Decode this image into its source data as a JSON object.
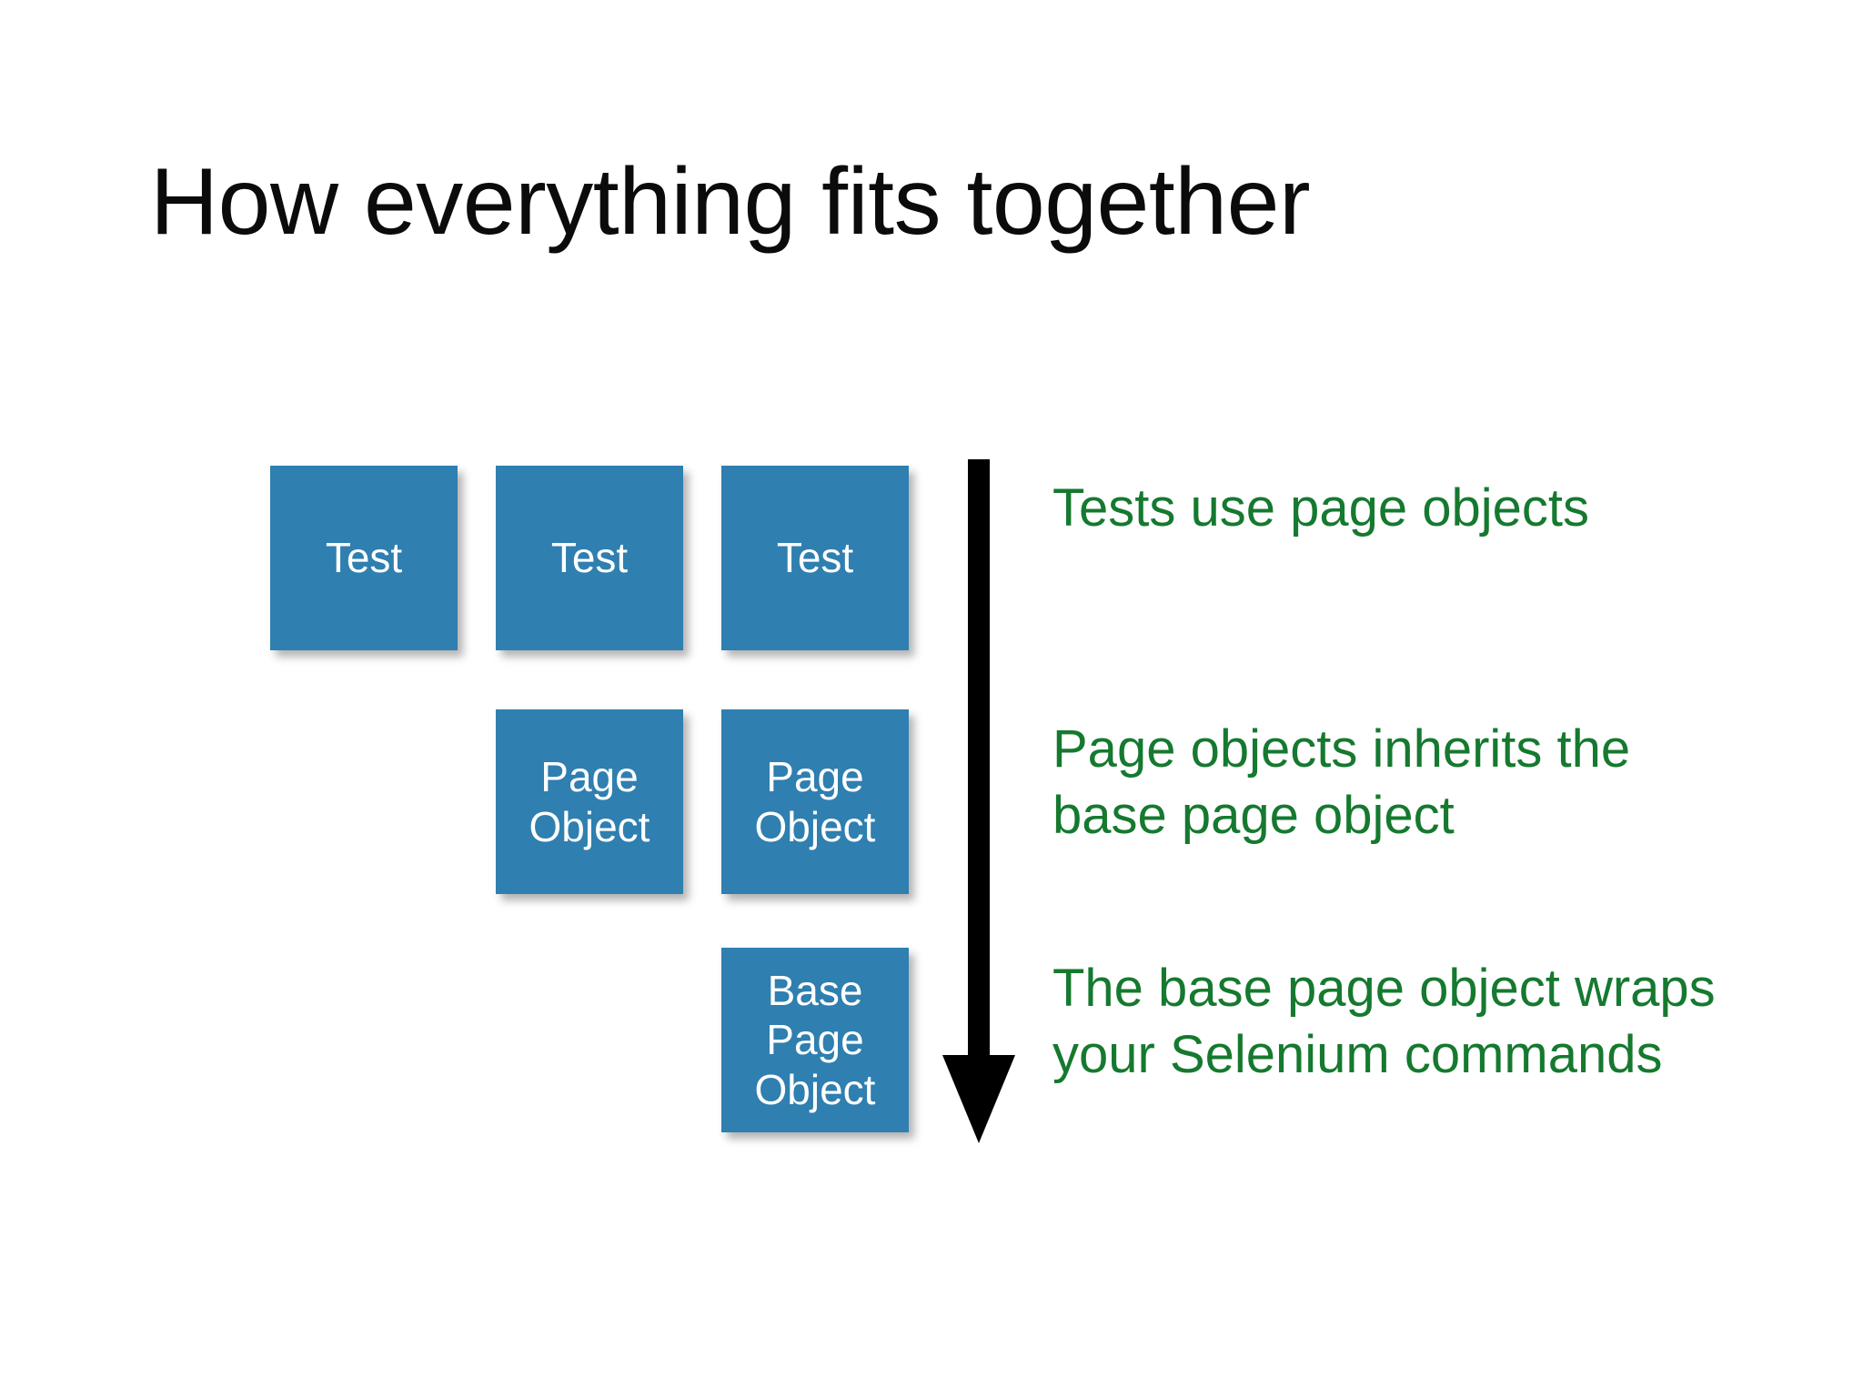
{
  "slide": {
    "title": "How everything fits together",
    "background_color": "#ffffff"
  },
  "colors": {
    "box_fill": "#2f7fb0",
    "box_text": "#ffffff",
    "callout_text": "#15792f",
    "title_text": "#0b0b0b",
    "arrow": "#000000"
  },
  "diagram": {
    "rows": [
      {
        "name": "tests-row",
        "boxes": [
          {
            "label": "Test"
          },
          {
            "label": "Test"
          },
          {
            "label": "Test"
          }
        ]
      },
      {
        "name": "page-objects-row",
        "boxes": [
          {
            "label": "Page\nObject"
          },
          {
            "label": "Page\nObject"
          }
        ]
      },
      {
        "name": "base-page-object-row",
        "boxes": [
          {
            "label": "Base\nPage\nObject"
          }
        ]
      }
    ],
    "arrow": {
      "name": "downward-arrow",
      "direction": "down"
    }
  },
  "callouts": [
    {
      "text": "Tests use page objects"
    },
    {
      "text": "Page objects inherits the\nbase page object"
    },
    {
      "text": "The base page object wraps\nyour Selenium commands"
    }
  ]
}
